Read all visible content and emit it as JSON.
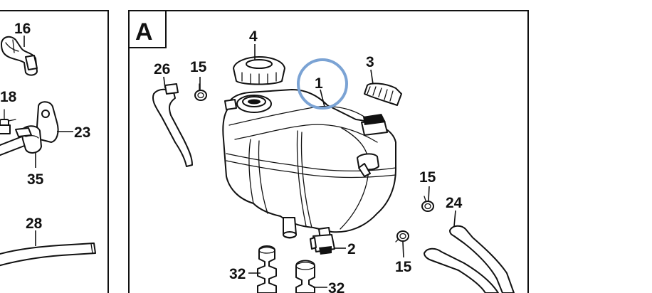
{
  "panel": {
    "label": "A"
  },
  "callouts": {
    "c16": "16",
    "c18": "18",
    "c23": "23",
    "c35": "35",
    "c28": "28",
    "c4": "4",
    "c26": "26",
    "c15a": "15",
    "c1": "1",
    "c3": "3",
    "c15b": "15",
    "c24": "24",
    "c2": "2",
    "c15c": "15",
    "c32a": "32",
    "c32b": "32"
  },
  "highlight": {
    "target": "1",
    "color": "#7ba3d4"
  },
  "colors": {
    "line": "#111111",
    "background": "#ffffff"
  }
}
